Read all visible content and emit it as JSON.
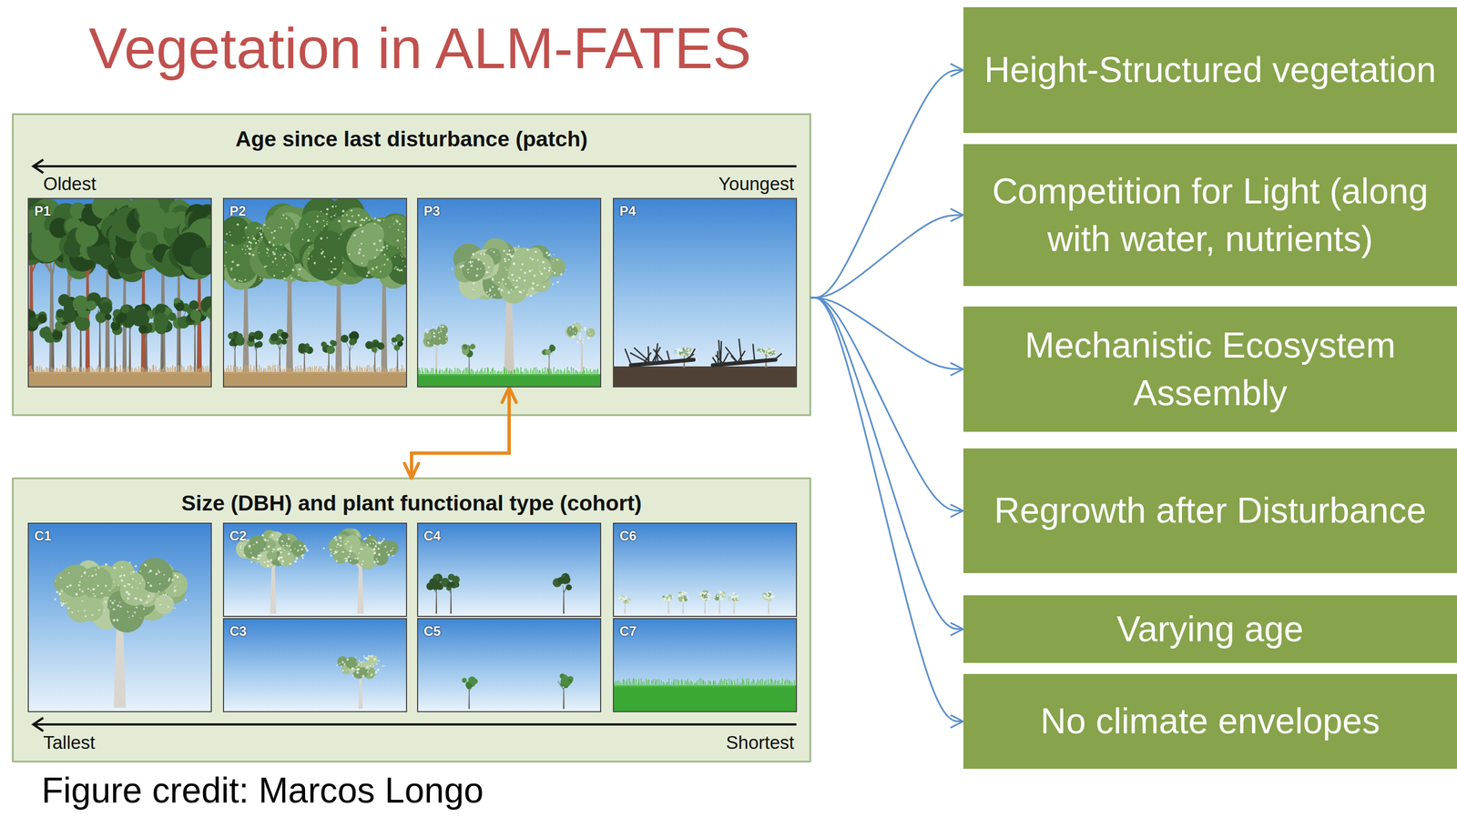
{
  "diagram": {
    "title": "Vegetation in ALM-FATES",
    "caption": "Figure credit: Marcos Longo",
    "nodes": [
      {
        "text": [
          "Age since last disturbance (patch)"
        ]
      },
      {
        "text": [
          "P1"
        ],
        "in": 0
      },
      {
        "text": [
          "P2"
        ],
        "in": 0
      },
      {
        "text": [
          "P3"
        ],
        "in": 0
      },
      {
        "text": [
          "P4"
        ],
        "in": 0
      },
      {
        "text": [
          "Size (DBH) and plant functional type (cohort)"
        ]
      },
      {
        "text": [
          "C1"
        ],
        "in": 5
      },
      {
        "text": [
          "C2"
        ],
        "in": 5
      },
      {
        "text": [
          "C3"
        ],
        "in": 5
      },
      {
        "text": [
          "C4"
        ],
        "in": 5
      },
      {
        "text": [
          "C5"
        ],
        "in": 5
      },
      {
        "text": [
          "C6"
        ],
        "in": 5
      },
      {
        "text": [
          "C7"
        ],
        "in": 5
      },
      {
        "text": [
          "Height-Structured vegetation"
        ]
      },
      {
        "text": [
          "Competition for Light (along with water, nutrients)"
        ]
      },
      {
        "text": [
          "Mechanistic Ecosystem Assembly"
        ]
      },
      {
        "text": [
          "Regrowth after Disturbance"
        ]
      },
      {
        "text": [
          "Varying age"
        ]
      },
      {
        "text": [
          "No climate envelopes"
        ]
      }
    ],
    "edges": [
      {
        "from": 3,
        "to": 5,
        "arrow": "both"
      },
      {
        "from": 0,
        "to": 13,
        "arrow": "to"
      },
      {
        "from": 0,
        "to": 14,
        "arrow": "to"
      },
      {
        "from": 0,
        "to": 15,
        "arrow": "to"
      },
      {
        "from": 0,
        "to": 16,
        "arrow": "to"
      },
      {
        "from": 0,
        "to": 17,
        "arrow": "to"
      },
      {
        "from": 0,
        "to": 18,
        "arrow": "to"
      }
    ],
    "labels": [
      "Oldest",
      "Youngest",
      "Tallest",
      "Shortest"
    ]
  }
}
